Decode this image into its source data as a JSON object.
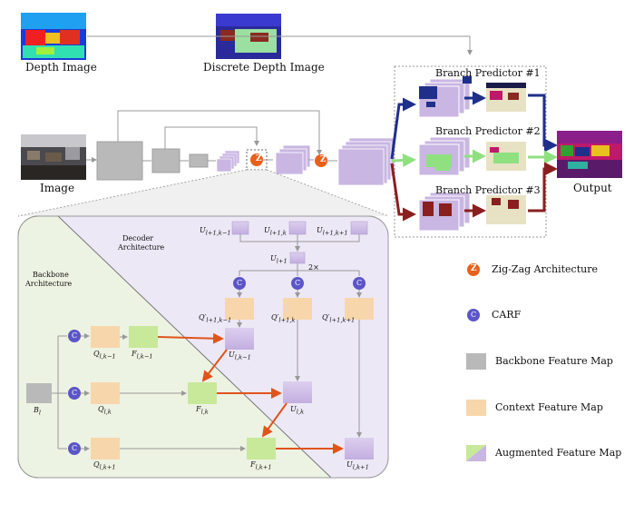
{
  "top": {
    "depth_image_label": "Depth Image",
    "discrete_depth_label": "Discrete Depth Image",
    "image_label": "Image",
    "output_label": "Output"
  },
  "branches": [
    {
      "label": "Branch Predictor  #1"
    },
    {
      "label": "Branch Predictor  #2"
    },
    {
      "label": "Branch Predictor  #3"
    }
  ],
  "detail": {
    "decoder_title_line1": "Decoder",
    "decoder_title_line2": "Architecture",
    "backbone_title_line1": "Backbone",
    "backbone_title_line2": "Architecture",
    "upsample_label": "2×",
    "carf_glyph": "C",
    "u_top": [
      "U",
      "U",
      "U"
    ],
    "u_top_sub": [
      "l+1,k−1",
      "l+1,k",
      "l+1,k+1"
    ],
    "u_mid": "U",
    "u_mid_sub": "l+1",
    "q_prime": [
      "Q′",
      "Q′",
      "Q′"
    ],
    "q_prime_sub": [
      "l+1,k−1",
      "l+1,k",
      "l+1,k+1"
    ],
    "q": [
      "Q",
      "Q",
      "Q"
    ],
    "q_sub": [
      "l,k−1",
      "l,k",
      "l,k+1"
    ],
    "f": [
      "F",
      "F",
      "F"
    ],
    "f_sub": [
      "l,k−1",
      "l,k",
      "l,k+1"
    ],
    "u": [
      "U",
      "U",
      "U"
    ],
    "u_sub": [
      "l,k−1",
      "l,k",
      "l,k+1"
    ],
    "b": "B",
    "b_sub": "l"
  },
  "legend": {
    "zigzag_glyph": "Z",
    "zigzag": "Zig-Zag Architecture",
    "carf_glyph": "C",
    "carf": "CARF",
    "backbone": "Backbone Feature Map",
    "context": "Context Feature Map",
    "augmented": "Augmented Feature Map"
  },
  "colors": {
    "backbone_gray": "#b9b9b9",
    "context_orange": "#f8d6ac",
    "decoder_purple": "#c9b6e2",
    "augmented_green": "#c8e89a",
    "carf_blue": "#5b55c8",
    "zigzag_orange": "#e8601c",
    "arrow_red": "#e0541c",
    "branch_blue": "#1f2f8a",
    "branch_green": "#90e080",
    "branch_red": "#8a1f1f"
  }
}
